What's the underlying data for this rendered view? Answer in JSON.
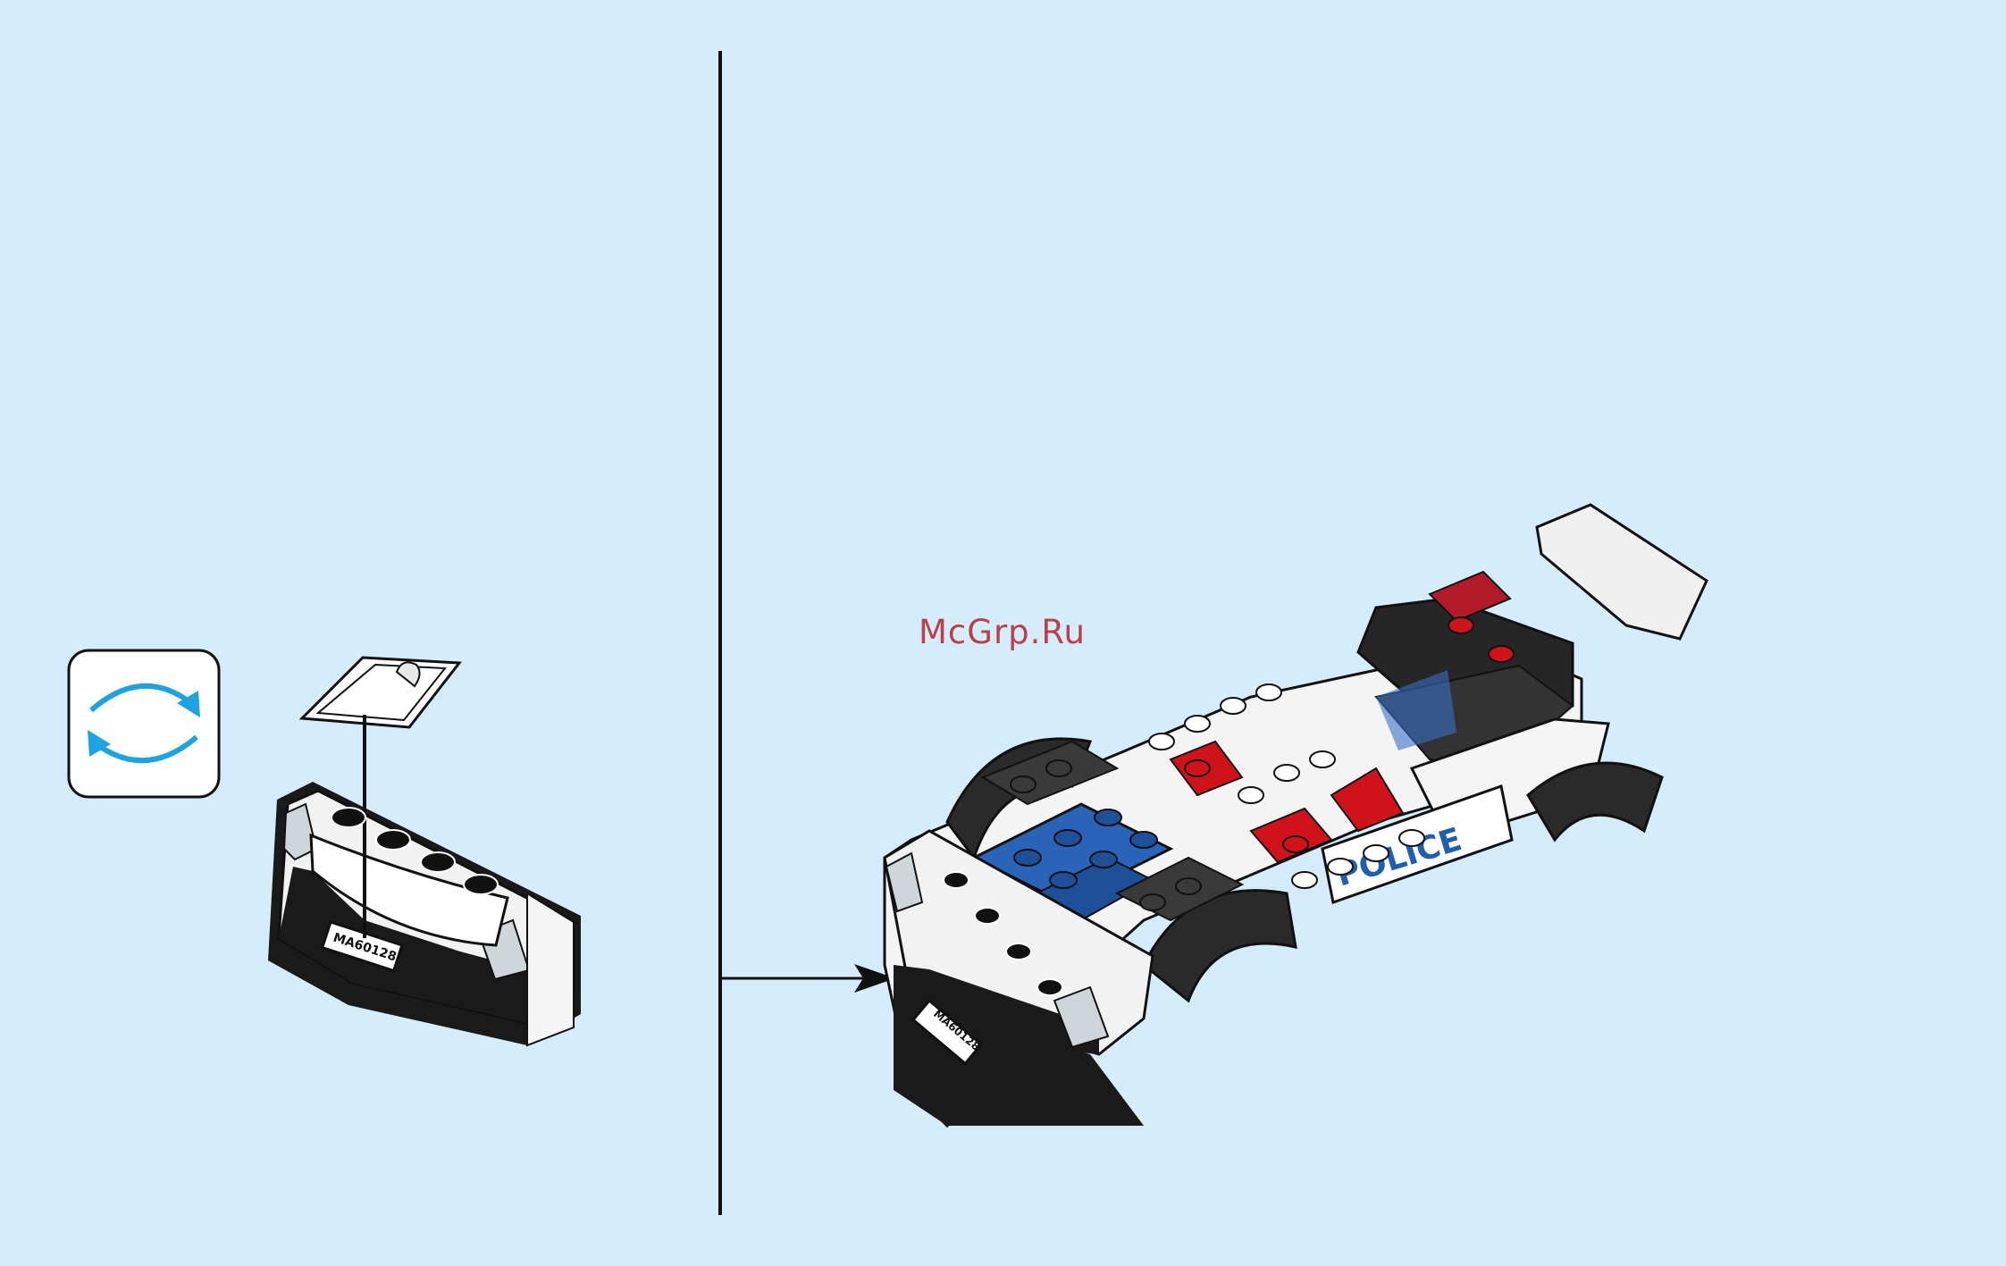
{
  "watermark": "McGrp.Ru",
  "license_plate": "MA60128",
  "police_label": "POLICE",
  "icons": {
    "rotate": "rotate-model-icon",
    "sticker": "apply-sticker-icon",
    "arrow": "step-arrow-icon"
  },
  "colors": {
    "background": "#d4ecfb",
    "rotate_arrows": "#1ea3e0",
    "brick_blue": "#2a63b8",
    "brick_red": "#d0131b",
    "police_text": "#1f5fad"
  }
}
